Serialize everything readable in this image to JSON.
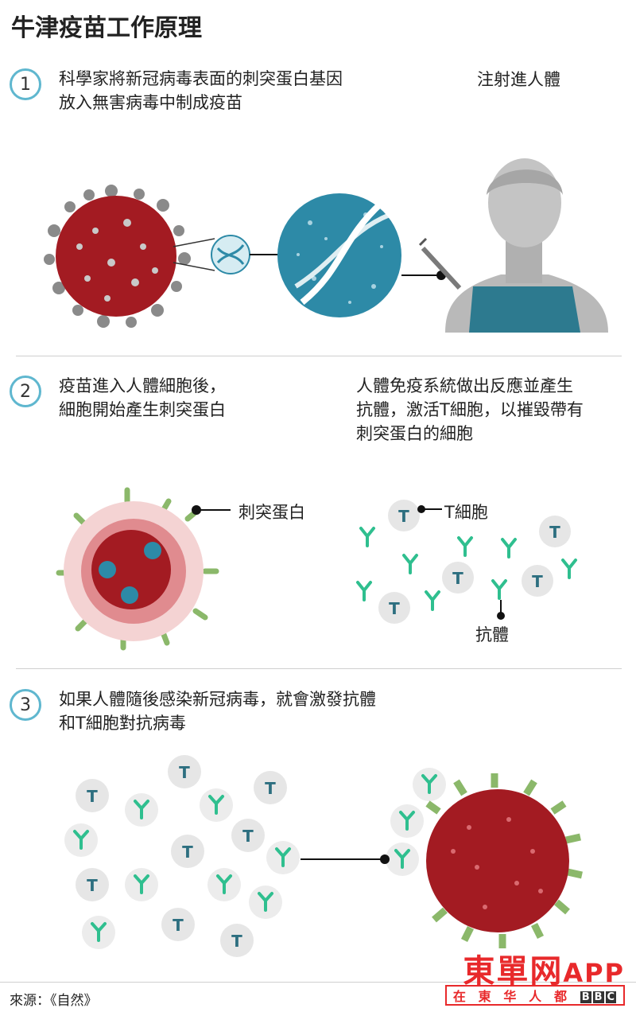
{
  "title": "牛津疫苗工作原理",
  "steps": [
    {
      "number": "1",
      "lines": [
        "科學家將新冠病毒表面的刺突蛋白基因",
        "放入無害病毒中制成疫苗"
      ],
      "side_label": "注射進人體"
    },
    {
      "number": "2",
      "lines": [
        "疫苗進入人體細胞後，",
        "細胞開始產生刺突蛋白"
      ],
      "right_lines": [
        "人體免疫系統做出反應並產生",
        "抗體，激活T細胞，以摧毀帶有",
        "刺突蛋白的細胞"
      ],
      "labels": {
        "spike": "刺突蛋白",
        "tcell": "T細胞",
        "antibody": "抗體"
      }
    },
    {
      "number": "3",
      "lines": [
        "如果人體隨後感染新冠病毒，就會激發抗體",
        "和T細胞對抗病毒"
      ]
    }
  ],
  "tcell_letter": "T",
  "source": "來源：《自然》",
  "watermark": {
    "main": "東單网",
    "app": "APP",
    "chars": [
      "在",
      "東",
      "华",
      "人",
      "都"
    ],
    "bbc": [
      "B",
      "B",
      "C"
    ]
  },
  "colors": {
    "virus_red": "#a31b22",
    "dna_blue": "#2d8aa7",
    "accent_teal": "#5fb7cf",
    "antibody_green": "#2fbf8f",
    "spike_green": "#8bb86a",
    "shirt": "#2d7a8f",
    "watermark_red": "#e8292b"
  }
}
